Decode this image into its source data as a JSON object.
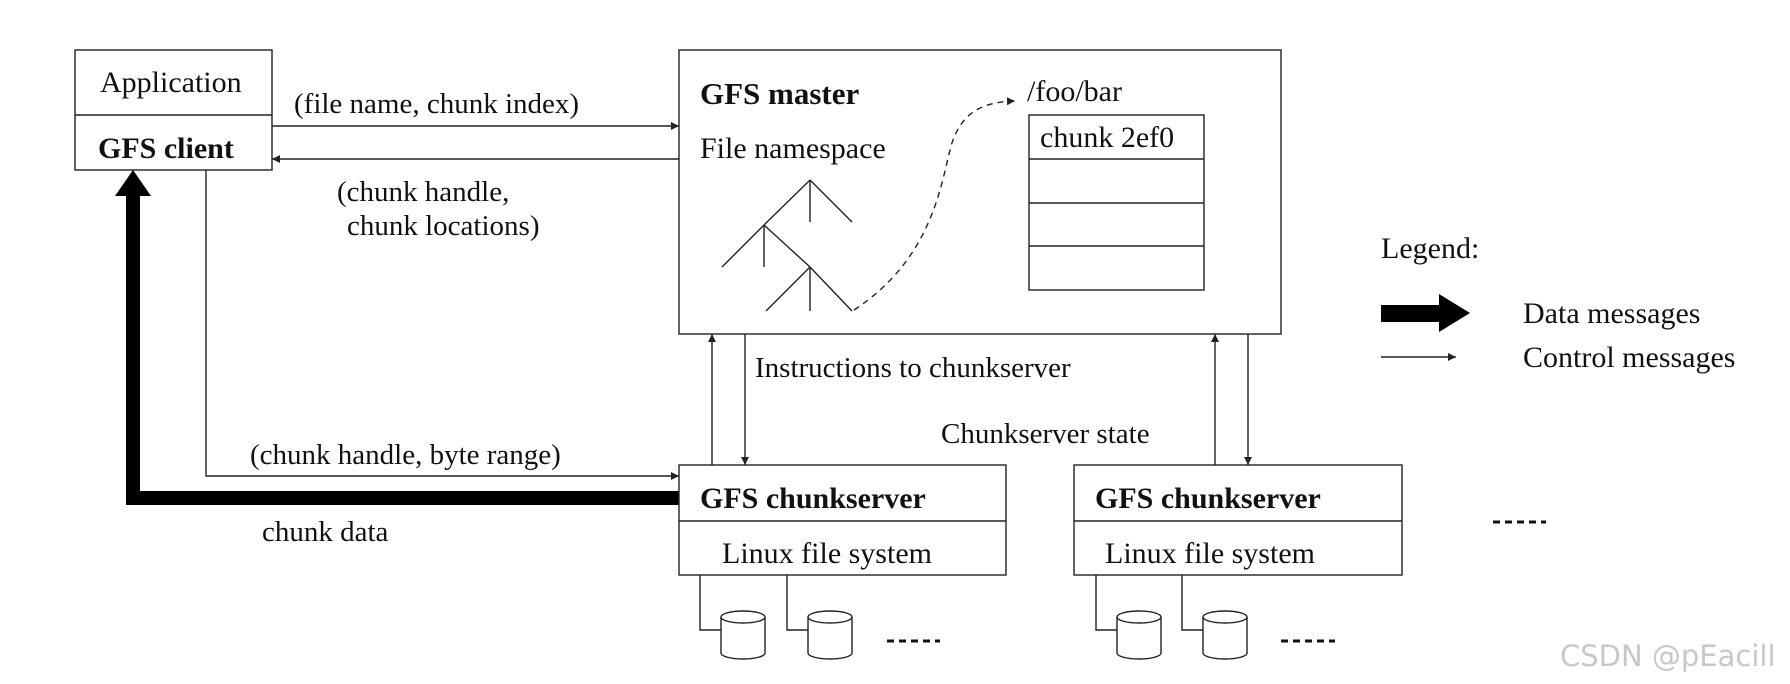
{
  "client": {
    "application_label": "Application",
    "client_label": "GFS client"
  },
  "master": {
    "title": "GFS master",
    "namespace_label": "File namespace",
    "file_path": "/foo/bar",
    "chunk_label": "chunk 2ef0"
  },
  "messages": {
    "request": "(file name, chunk index)",
    "reply_line1": "(chunk handle,",
    "reply_line2": "chunk locations)",
    "instructions": "Instructions to chunkserver",
    "state": "Chunkserver state",
    "data_request": "(chunk handle, byte range)",
    "chunk_data": "chunk data"
  },
  "chunkservers": [
    {
      "title": "GFS chunkserver",
      "fs_label": "Linux file system"
    },
    {
      "title": "GFS chunkserver",
      "fs_label": "Linux file system"
    }
  ],
  "legend": {
    "title": "Legend:",
    "data_label": "Data messages",
    "control_label": "Control messages"
  },
  "watermark": "CSDN @pEacill"
}
